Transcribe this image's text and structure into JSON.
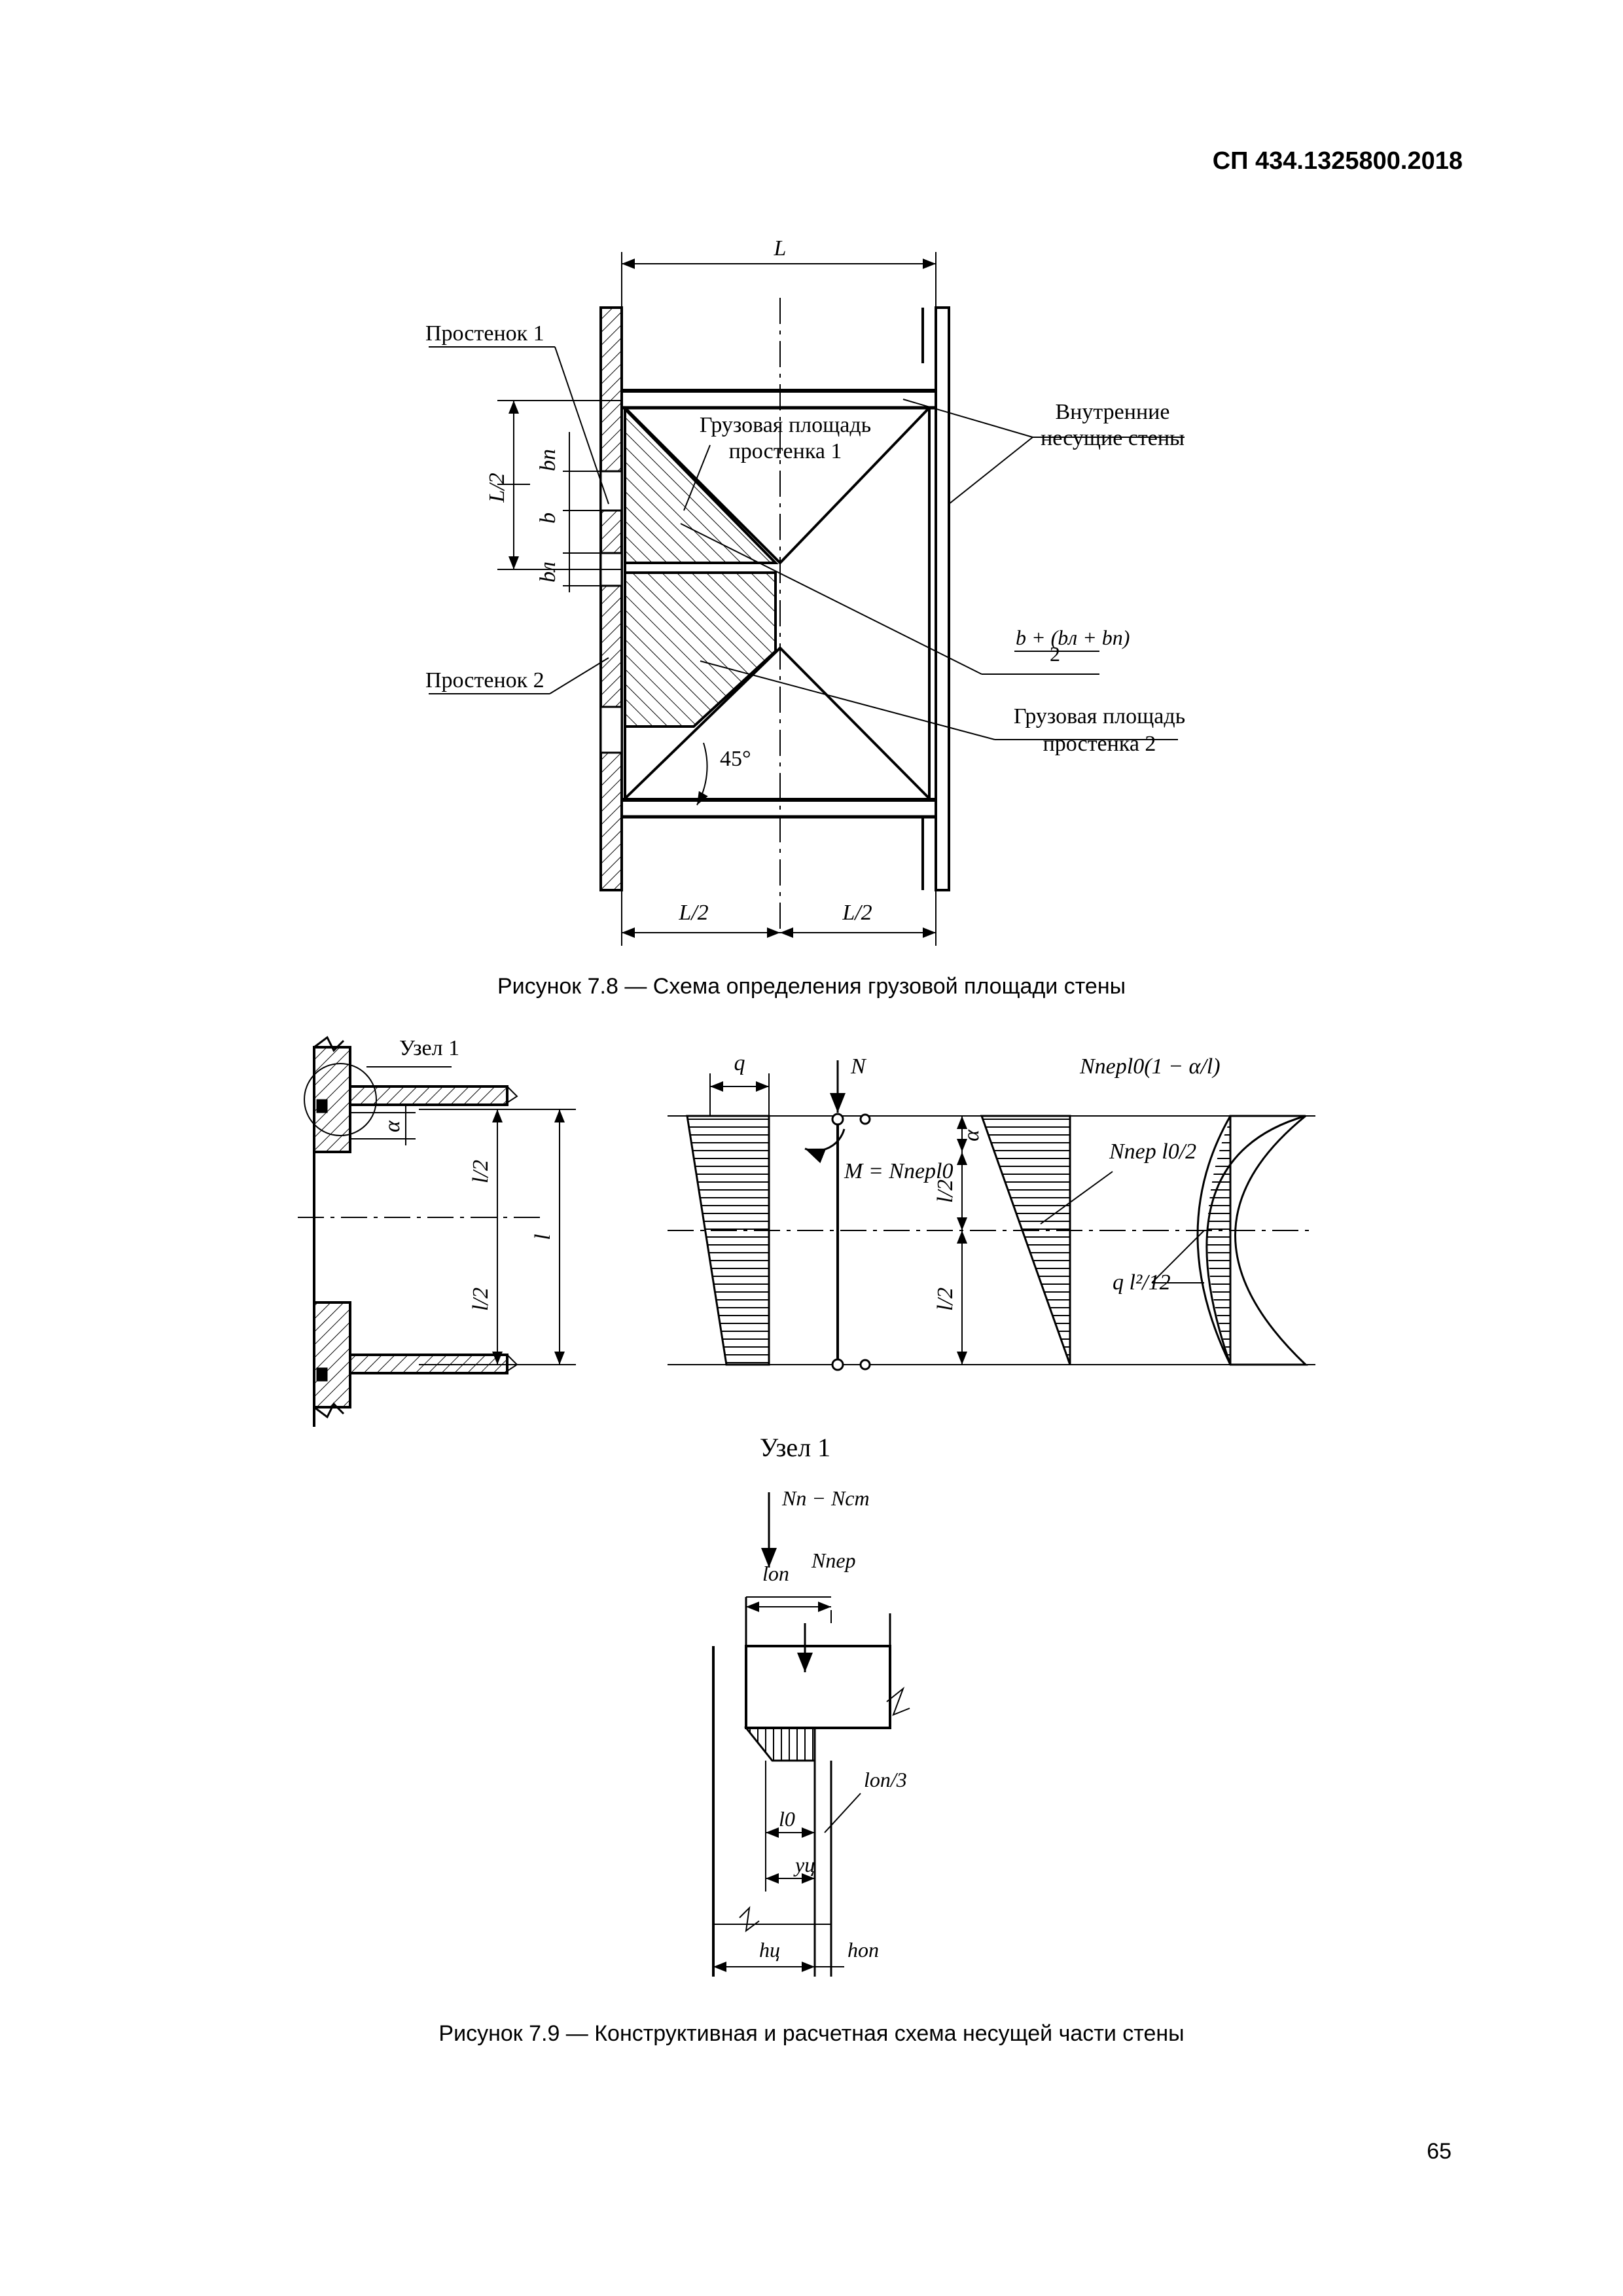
{
  "header": {
    "standard_code": "СП 434.1325800.2018"
  },
  "figure_7_8": {
    "caption": "Рисунок 7.8 — Схема определения грузовой площади стены",
    "labels": {
      "span": "L",
      "half_span": "L/2",
      "pier_1": "Простенок 1",
      "pier_2": "Простенок 2",
      "load_area_1_line1": "Грузовая площадь",
      "load_area_1_line2": "простенка 1",
      "load_area_2_line1": "Грузовая площадь",
      "load_area_2_line2": "простенка 2",
      "inner_walls_line1": "Внутренние",
      "inner_walls_line2": "несущие стены",
      "angle": "45°",
      "b": "b",
      "b_pr": "bп",
      "b_l": "bл",
      "formula_num": "b + (bл + bп)",
      "formula_den": "2"
    }
  },
  "figure_7_9": {
    "caption": "Рисунок 7.9 — Конструктивная и расчетная схема несущей части стены",
    "labels": {
      "node_1": "Узел 1",
      "alpha": "α",
      "l": "l",
      "l_half": "l/2",
      "q": "q",
      "N": "N",
      "M": "M = Nперl0",
      "N_alpha": "Nперl0(1 − α/l)",
      "N_half": "Nпер l0/2",
      "q_l2": "q l²/12",
      "N_p_N_st": "Nп − Nст",
      "N_per": "Nпер",
      "l_op": "lоп",
      "l_op_3": "lоп/3",
      "l0": "l0",
      "y_c": "yц",
      "h_c": "hц",
      "h_op": "hоп"
    }
  },
  "page_number": "65"
}
